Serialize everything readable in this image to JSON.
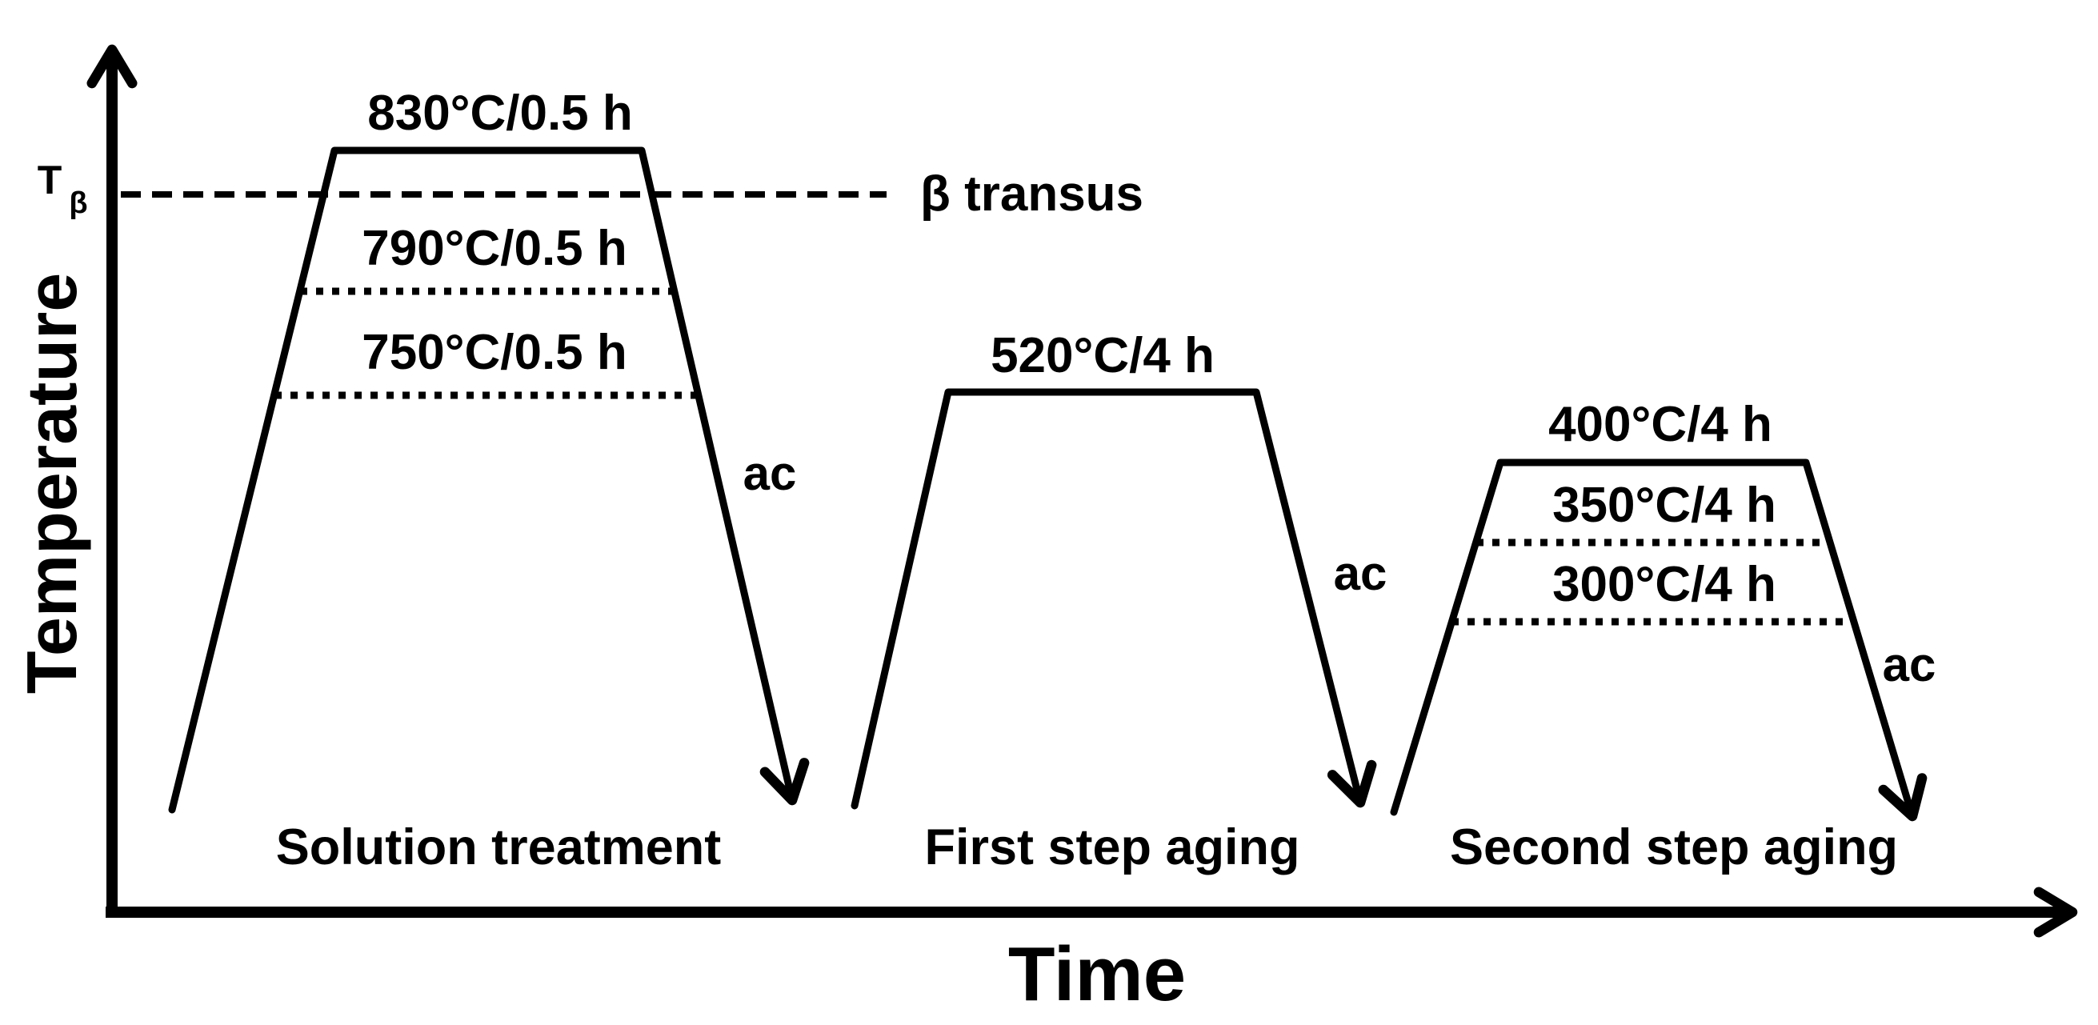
{
  "figure": {
    "background_color": "#ffffff",
    "ink_color": "#000000"
  },
  "axes": {
    "y_label": "Temperature",
    "x_label": "Time",
    "t_beta": {
      "main": "T",
      "sub": "β"
    },
    "beta_transus_label": "β transus"
  },
  "stages": [
    {
      "name": "Solution treatment",
      "cool_label": "ac",
      "steps": [
        {
          "label": "830°C/0.5 h"
        },
        {
          "label": "790°C/0.5 h"
        },
        {
          "label": "750°C/0.5 h"
        }
      ]
    },
    {
      "name": "First step aging",
      "cool_label": "ac",
      "steps": [
        {
          "label": "520°C/4 h"
        }
      ]
    },
    {
      "name": "Second step aging",
      "cool_label": "ac",
      "steps": [
        {
          "label": "400°C/4 h"
        },
        {
          "label": "350°C/4 h"
        },
        {
          "label": "300°C/4 h"
        }
      ]
    }
  ],
  "chart_data": {
    "type": "line",
    "title": "",
    "xlabel": "Time",
    "ylabel": "Temperature",
    "grid": false,
    "reference_lines": [
      {
        "label": "β transus",
        "axis_tick": "Tβ",
        "style": "dashed"
      }
    ],
    "stages": [
      {
        "name": "Solution treatment",
        "holds": [
          {
            "temperature_c": 830,
            "duration_h": 0.5
          },
          {
            "temperature_c": 790,
            "duration_h": 0.5
          },
          {
            "temperature_c": 750,
            "duration_h": 0.5
          }
        ],
        "cooling": "ac",
        "note": "830°C hold is above the β transus; 790°C and 750°C variants shown as dotted hold levels"
      },
      {
        "name": "First step aging",
        "holds": [
          {
            "temperature_c": 520,
            "duration_h": 4
          }
        ],
        "cooling": "ac"
      },
      {
        "name": "Second step aging",
        "holds": [
          {
            "temperature_c": 400,
            "duration_h": 4
          },
          {
            "temperature_c": 350,
            "duration_h": 4
          },
          {
            "temperature_c": 300,
            "duration_h": 4
          }
        ],
        "cooling": "ac",
        "note": "350°C and 300°C variants shown as dotted hold levels"
      }
    ]
  }
}
